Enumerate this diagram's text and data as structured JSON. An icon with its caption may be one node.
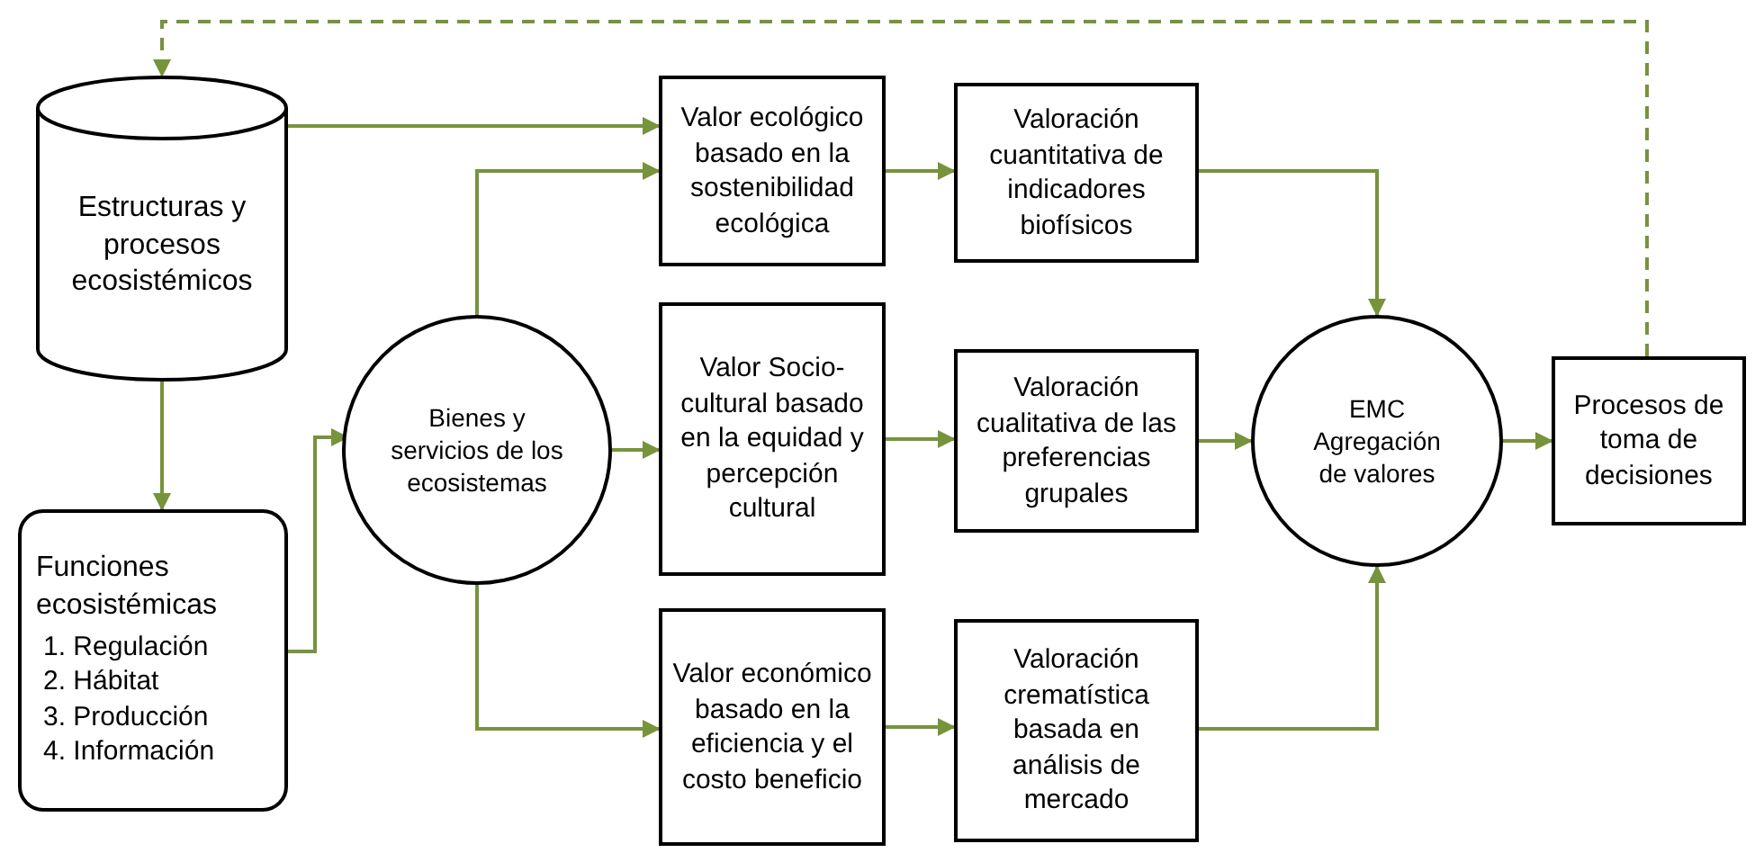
{
  "diagram": {
    "nodes": [
      {
        "text": [
          "Estructuras y procesos ecosistémicos"
        ]
      },
      {
        "text": [
          "Funciones ecosistémicas",
          "1. Regulación",
          "2. Hábitat",
          "3. Producción",
          "4. Información"
        ]
      },
      {
        "text": [
          "Bienes y servicios de los ecosistemas"
        ]
      },
      {
        "text": [
          "Valor ecológico basado en la sostenibilidad ecológica"
        ]
      },
      {
        "text": [
          "Valor Socio-cultural basado en la equidad y percepción cultural"
        ]
      },
      {
        "text": [
          "Valor económico basado en la eficiencia y el costo beneficio"
        ]
      },
      {
        "text": [
          "Valoración cuantitativa de indicadores biofísicos"
        ]
      },
      {
        "text": [
          "Valoración cualitativa de las preferencias grupales"
        ]
      },
      {
        "text": [
          "Valoración crematística basada en análisis de mercado"
        ]
      },
      {
        "text": [
          "EMC Agregación de valores"
        ]
      },
      {
        "text": [
          "Procesos de toma de decisiones"
        ]
      }
    ],
    "edges": [
      {
        "from": 0,
        "to": 3,
        "arrow": "to"
      },
      {
        "from": 0,
        "to": 1,
        "arrow": "to"
      },
      {
        "from": 1,
        "to": 2,
        "arrow": "to"
      },
      {
        "from": 2,
        "to": 3,
        "arrow": "to"
      },
      {
        "from": 2,
        "to": 4,
        "arrow": "to"
      },
      {
        "from": 2,
        "to": 5,
        "arrow": "to"
      },
      {
        "from": 3,
        "to": 6,
        "arrow": "to"
      },
      {
        "from": 4,
        "to": 7,
        "arrow": "to"
      },
      {
        "from": 5,
        "to": 8,
        "arrow": "to"
      },
      {
        "from": 6,
        "to": 9,
        "arrow": "to"
      },
      {
        "from": 7,
        "to": 9,
        "arrow": "to"
      },
      {
        "from": 8,
        "to": 9,
        "arrow": "to"
      },
      {
        "from": 9,
        "to": 10,
        "arrow": "to"
      },
      {
        "from": 10,
        "to": 0,
        "arrow": "to",
        "style": "dashed"
      }
    ]
  }
}
